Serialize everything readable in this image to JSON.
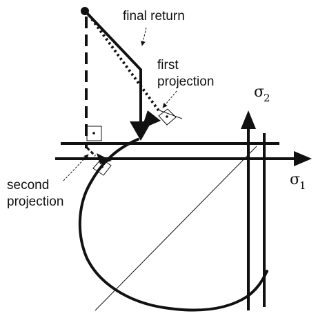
{
  "labels": {
    "final_return": "final return",
    "first_projection_line1": "first",
    "first_projection_line2": "projection",
    "second_projection_line1": "second",
    "second_projection_line2": "projection",
    "sigma1_symbol": "σ",
    "sigma1_subscript": "1",
    "sigma2_symbol": "σ",
    "sigma2_subscript": "2"
  },
  "colors": {
    "ink": "#111111",
    "background": "#ffffff"
  }
}
